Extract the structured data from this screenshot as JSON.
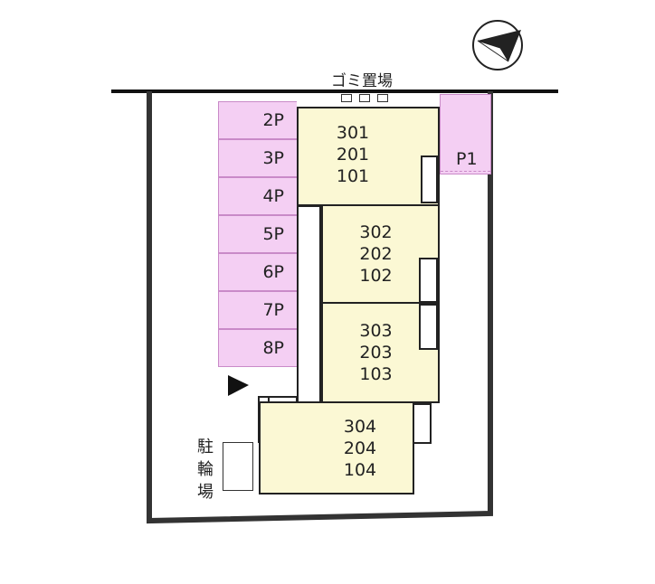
{
  "garbage": {
    "label": "ゴミ置場"
  },
  "parking": {
    "slots": [
      "2P",
      "3P",
      "4P",
      "5P",
      "6P",
      "7P",
      "8P"
    ],
    "p1": "P1"
  },
  "buildings": [
    {
      "units": [
        "301",
        "201",
        "101"
      ]
    },
    {
      "units": [
        "302",
        "202",
        "102"
      ]
    },
    {
      "units": [
        "303",
        "203",
        "103"
      ]
    },
    {
      "units": [
        "304",
        "204",
        "104"
      ]
    }
  ],
  "bicycle": {
    "label_chars": [
      "駐",
      "輪",
      "場"
    ]
  },
  "colors": {
    "parking": "#f4cff3",
    "building": "#fbf8d4",
    "line": "#222222"
  },
  "icons": {
    "compass": "north-arrow-icon",
    "entrance": "entrance-arrow-icon"
  }
}
